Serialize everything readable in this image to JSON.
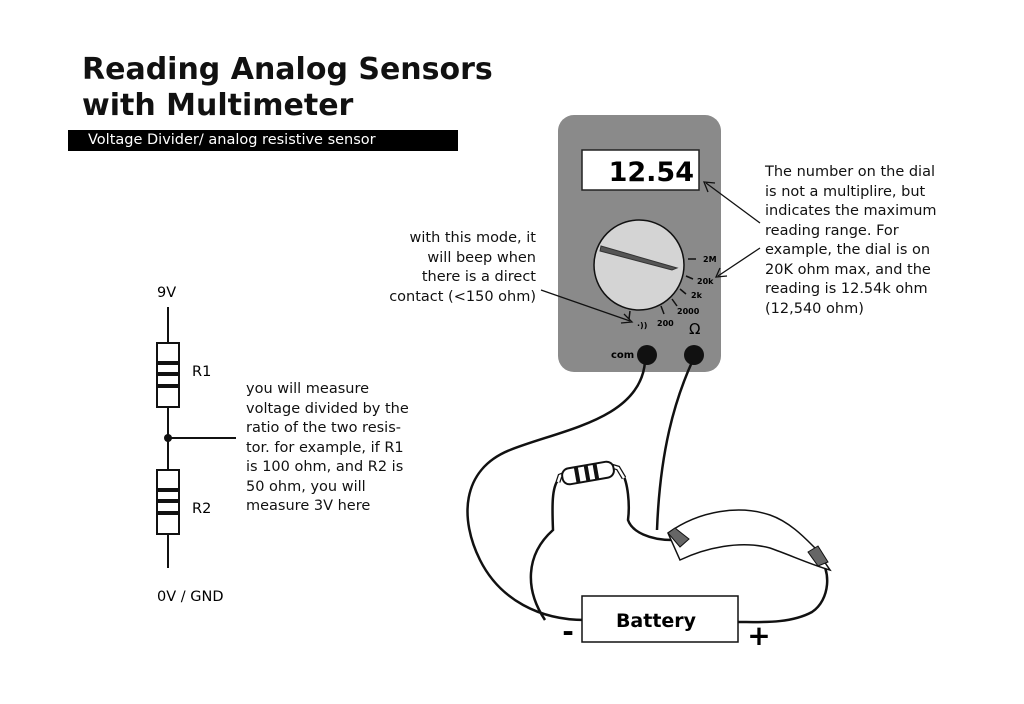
{
  "header": {
    "title_line1": "Reading Analog Sensors",
    "title_line2": "with Multimeter",
    "subtitle": "Voltage Divider/ analog resistive sensor"
  },
  "circuit": {
    "top_label": "9V",
    "r1_label": "R1",
    "r2_label": "R2",
    "bottom_label": "0V / GND"
  },
  "notes": {
    "voltage_divider": "you will measure\nvoltage divided by the\nratio of the two resis-\ntor. for example, if R1\nis 100 ohm, and R2 is\n50 ohm, you will\nmeasure 3V here",
    "continuity_mode": "with this mode, it\nwill beep when\nthere is a direct\ncontact (<150 ohm)",
    "dial_range": "The number on the dial\nis not a multiplire, but\nindicates the maximum\nreading range. For\nexample, the dial is on\n20K ohm max, and the\nreading is 12.54k ohm\n(12,540 ohm)"
  },
  "multimeter": {
    "display_value": "12.54",
    "dial_settings": [
      "2M",
      "20k",
      "2k",
      "2000",
      "200"
    ],
    "continuity_symbol": "·))",
    "ohm_symbol": "Ω",
    "com_label": "com",
    "selected_setting": "20k"
  },
  "battery": {
    "label": "Battery",
    "negative": "-",
    "positive": "+"
  },
  "colors": {
    "meter_body": "#8a8a8a",
    "dial": "#d4d4d4",
    "ink": "#111111"
  }
}
